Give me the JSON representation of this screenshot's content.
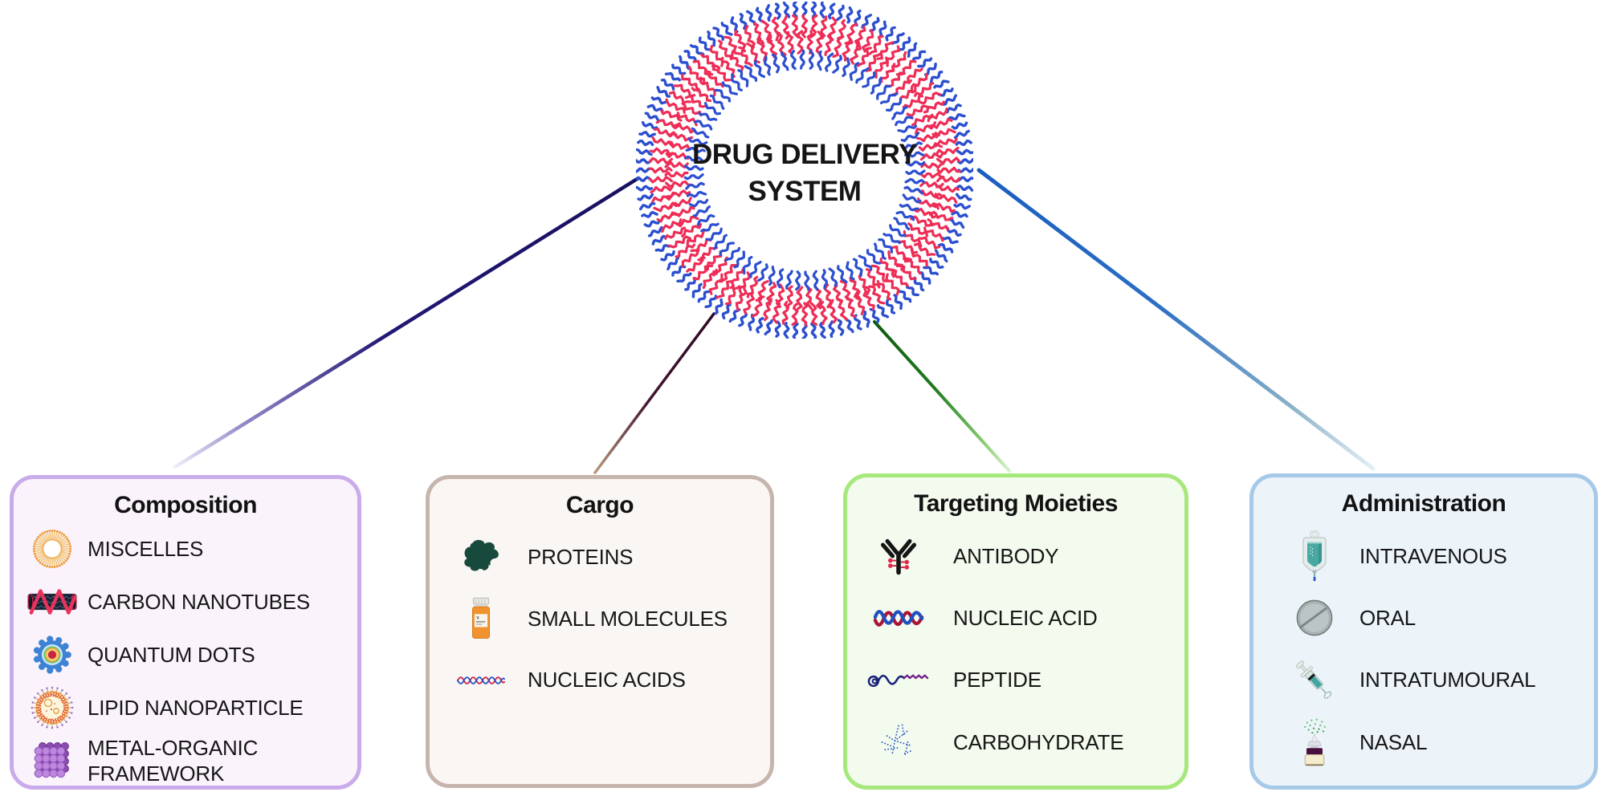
{
  "figure": {
    "center_label": {
      "line1": "DRUG DELIVERY",
      "line2": "SYSTEM"
    },
    "micelle_colors": {
      "tail_red": "#ee2d56",
      "head_blue": "#2b4fd0"
    },
    "connectors": [
      {
        "to": "composition",
        "color_start": "#171060",
        "color_end": "#efedf9"
      },
      {
        "to": "cargo",
        "color_start": "#2e0a28",
        "color_end": "#b89a7c"
      },
      {
        "to": "targeting-moieties",
        "color_start": "#0f5a11",
        "color_end": "#d8f2cc"
      },
      {
        "to": "administration",
        "color_start": "#1a5cc2",
        "color_end": "#e2eef4"
      }
    ]
  },
  "boxes": [
    {
      "id": "composition",
      "title": "Composition",
      "accent": "#c9abe9",
      "background": "#faf3fc",
      "items": [
        {
          "icon": "micelle-icon",
          "label": "MISCELLES"
        },
        {
          "icon": "carbon-nanotube-icon",
          "label": "CARBON NANOTUBES"
        },
        {
          "icon": "quantum-dots-icon",
          "label": "QUANTUM DOTS"
        },
        {
          "icon": "lipid-nanoparticle-icon",
          "label": "LIPID NANOPARTICLE"
        },
        {
          "icon": "metal-organic-framework-icon",
          "label": "METAL-ORGANIC FRAMEWORK"
        }
      ]
    },
    {
      "id": "cargo",
      "title": "Cargo",
      "accent": "#c6b5ad",
      "background": "#faf6f3",
      "items": [
        {
          "icon": "protein-icon",
          "label": "PROTEINS"
        },
        {
          "icon": "pill-bottle-icon",
          "label": "SMALL MOLECULES"
        },
        {
          "icon": "dna-wave-icon",
          "label": "NUCLEIC ACIDS"
        }
      ]
    },
    {
      "id": "targeting-moieties",
      "title": "Targeting Moieties",
      "accent": "#a6e87c",
      "background": "#f3faee",
      "items": [
        {
          "icon": "antibody-icon",
          "label": "ANTIBODY"
        },
        {
          "icon": "dna-helix-icon",
          "label": "NUCLEIC ACID"
        },
        {
          "icon": "peptide-icon",
          "label": "PEPTIDE"
        },
        {
          "icon": "carbohydrate-icon",
          "label": "CARBOHYDRATE"
        }
      ]
    },
    {
      "id": "administration",
      "title": "Administration",
      "accent": "#a6c9e8",
      "background": "#ecf4fa",
      "items": [
        {
          "icon": "iv-bag-icon",
          "label": "INTRAVENOUS"
        },
        {
          "icon": "tablet-icon",
          "label": "ORAL"
        },
        {
          "icon": "syringe-icon",
          "label": "INTRATUMOURAL"
        },
        {
          "icon": "nasal-spray-icon",
          "label": "NASAL"
        }
      ]
    }
  ]
}
